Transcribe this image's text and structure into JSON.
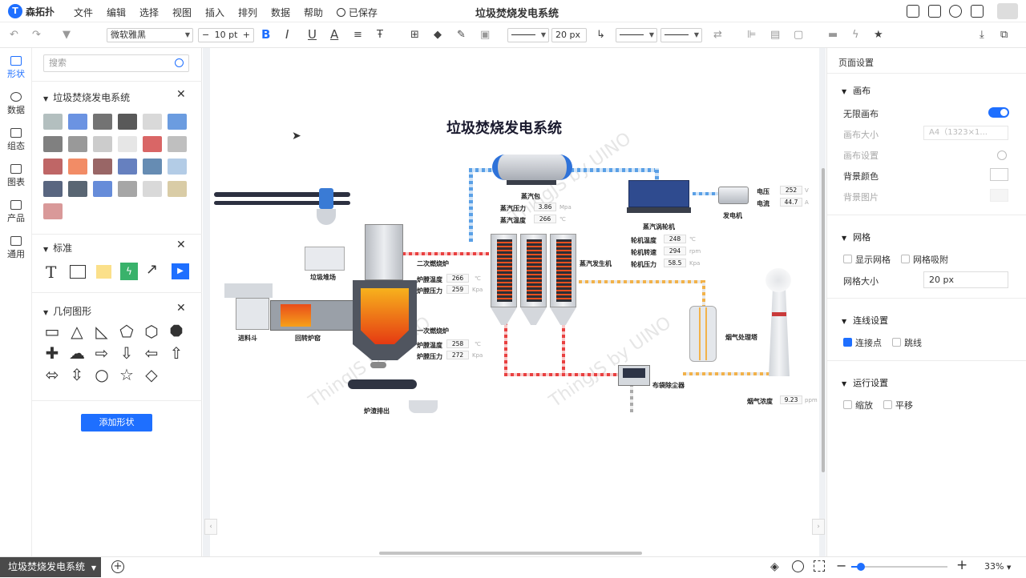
{
  "app": {
    "name": "森拓扑",
    "doc_title": "垃圾焚烧发电系统",
    "save_status": "已保存"
  },
  "menu": [
    "文件",
    "编辑",
    "选择",
    "视图",
    "插入",
    "排列",
    "数据",
    "帮助"
  ],
  "toolbar": {
    "font_family": "微软雅黑",
    "font_size": "10 pt",
    "bold": "B",
    "italic": "I",
    "underline": "U",
    "font_color": "A",
    "line_width": "20 px",
    "minus": "−",
    "plus": "+"
  },
  "rail": [
    "形状",
    "数据",
    "组态",
    "图表",
    "产品",
    "通用"
  ],
  "panel": {
    "search_placeholder": "搜索",
    "sections": [
      "垃圾焚烧发电系统",
      "标准",
      "几何图形"
    ],
    "add_shape": "添加形状",
    "std_text": "T"
  },
  "diagram": {
    "title": "垃圾焚烧发电系统",
    "labels": {
      "steam_drum": "蒸汽包",
      "turbine": "蒸汽涡轮机",
      "generator": "发电机",
      "waste_pit": "垃圾堆场",
      "secondary": "二次燃烧炉",
      "primary": "一次燃烧炉",
      "hopper": "进料斗",
      "kiln": "回转炉窑",
      "slag": "炉渣排出",
      "steam_gen": "蒸汽发生机",
      "tower": "烟气处理塔",
      "bag": "布袋除尘器"
    },
    "readouts": {
      "steam_pressure": {
        "label": "蒸汽压力",
        "value": "3.86",
        "unit": "Mpa"
      },
      "steam_temp": {
        "label": "蒸汽温度",
        "value": "266",
        "unit": "℃"
      },
      "voltage": {
        "label": "电压",
        "value": "252",
        "unit": "V"
      },
      "current": {
        "label": "电流",
        "value": "44.7",
        "unit": "A"
      },
      "turbine_temp": {
        "label": "轮机温度",
        "value": "248",
        "unit": "℃"
      },
      "turbine_speed": {
        "label": "轮机转速",
        "value": "294",
        "unit": "rpm"
      },
      "turbine_pressure": {
        "label": "轮机压力",
        "value": "58.5",
        "unit": "Kpa"
      },
      "sec_temp": {
        "label": "炉膛温度",
        "value": "266",
        "unit": "℃"
      },
      "sec_pressure": {
        "label": "炉膛压力",
        "value": "259",
        "unit": "Kpa"
      },
      "pri_temp": {
        "label": "炉膛温度",
        "value": "258",
        "unit": "℃"
      },
      "pri_pressure": {
        "label": "炉膛压力",
        "value": "272",
        "unit": "Kpa"
      },
      "smoke": {
        "label": "烟气浓度",
        "value": "9.23",
        "unit": "ppm"
      }
    },
    "watermark": "ThingJS by UINO"
  },
  "right_panel": {
    "title": "页面设置",
    "canvas_section": "画布",
    "infinite_canvas": "无限画布",
    "canvas_size": "画布大小",
    "canvas_size_value": "A4（1323×1...",
    "canvas_settings": "画布设置",
    "bg_color": "背景颜色",
    "bg_image": "背景图片",
    "grid_section": "网格",
    "show_grid": "显示网格",
    "grid_snap": "网格吸附",
    "grid_size": "网格大小",
    "grid_size_value": "20 px",
    "line_section": "连线设置",
    "connect_point": "连接点",
    "jump_line": "跳线",
    "run_section": "运行设置",
    "zoom": "缩放",
    "pan": "平移"
  },
  "bottom": {
    "page_tab": "垃圾焚烧发电系统",
    "zoom": "33%"
  }
}
